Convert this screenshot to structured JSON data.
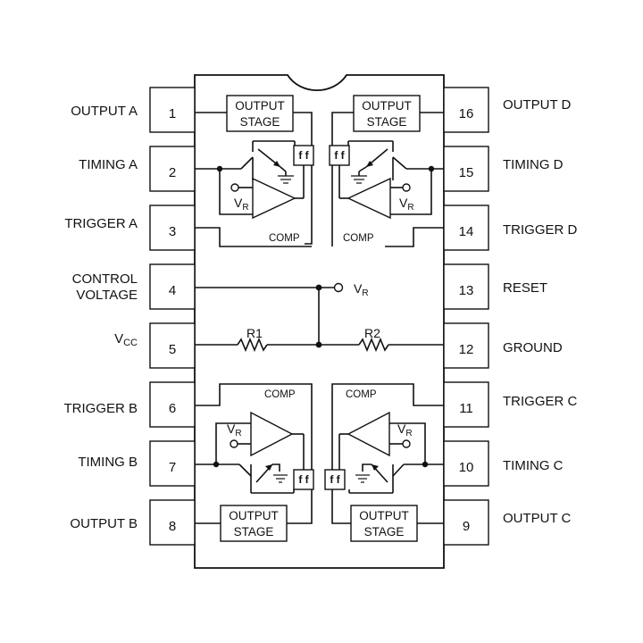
{
  "pins": [
    {
      "num": "1",
      "label": "OUTPUT A"
    },
    {
      "num": "2",
      "label": "TIMING A"
    },
    {
      "num": "3",
      "label": "TRIGGER A"
    },
    {
      "num": "4",
      "label_lines": [
        "CONTROL",
        "VOLTAGE"
      ]
    },
    {
      "num": "5",
      "label": "V",
      "label_sub": "CC"
    },
    {
      "num": "6",
      "label": "TRIGGER B"
    },
    {
      "num": "7",
      "label": "TIMING B"
    },
    {
      "num": "8",
      "label": "OUTPUT B"
    },
    {
      "num": "9",
      "label": "OUTPUT C"
    },
    {
      "num": "10",
      "label": "TIMING C"
    },
    {
      "num": "11",
      "label": "TRIGGER C"
    },
    {
      "num": "12",
      "label": "GROUND"
    },
    {
      "num": "13",
      "label": "RESET"
    },
    {
      "num": "14",
      "label": "TRIGGER D"
    },
    {
      "num": "15",
      "label": "TIMING D"
    },
    {
      "num": "16",
      "label": "OUTPUT D"
    }
  ],
  "blocks": {
    "output_stage_lines": [
      "OUTPUT",
      "STAGE"
    ],
    "comp": "COMP",
    "ff": "f f",
    "vr_main": "V",
    "vr_sub": "R"
  },
  "resistors": {
    "r1": "R1",
    "r2": "R2"
  }
}
